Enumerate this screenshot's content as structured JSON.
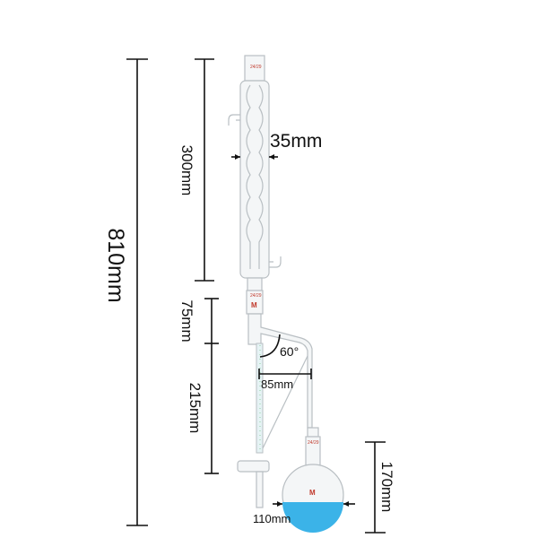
{
  "dimensions": {
    "total_height": "810mm",
    "condenser_length": "300mm",
    "condenser_diameter": "35mm",
    "trap_top": "75mm",
    "trap_tube": "215mm",
    "side_arm_angle": "60°",
    "arm_spacing": "85mm",
    "flask_height": "170mm",
    "flask_diameter": "110mm"
  },
  "glass_markings": {
    "joint": "24/29",
    "logo": "M"
  },
  "colors": {
    "liquid": "#3bb3e8",
    "dimension_lines": "#111111",
    "marking": "#c0392b"
  }
}
